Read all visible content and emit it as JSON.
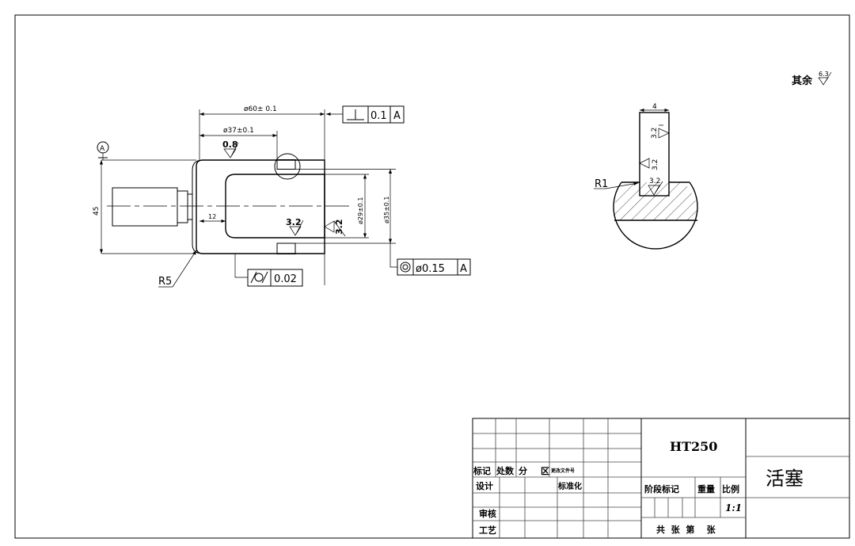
{
  "remark": {
    "label": "其余",
    "roughness": "6.3"
  },
  "front_view": {
    "dim_d60": "ø60± 0.1",
    "dim_d37": "ø37±0.1",
    "dim_d29": "ø29±0.1",
    "dim_d35": "ø35±0.1",
    "dim_45": "45",
    "dim_12": "12",
    "radius_r5": "R5",
    "datum_label": "A",
    "rough_08": "0.8",
    "rough_32_a": "3.2",
    "rough_32_b": "3.2",
    "perpendicularity": {
      "value": "0.1",
      "datum": "A"
    },
    "cylindricity": {
      "value": "0.02"
    },
    "concentricity": {
      "value": "ø0.15",
      "datum": "A"
    }
  },
  "section_view": {
    "dim_width": "4",
    "rough_a": "3.2",
    "rough_b": "3.2",
    "rough_c": "3.2",
    "radius_r1": "R1"
  },
  "title_block": {
    "material": "HT250",
    "part_name": "活塞",
    "rev_headers": [
      "标记",
      "处数",
      "分",
      "区",
      "更改文件号"
    ],
    "design": "设计",
    "standardize": "标准化",
    "review": "审核",
    "process": "工艺",
    "stage_mark": "阶段标记",
    "weight": "重量",
    "scale_label": "比例",
    "scale": "1:1",
    "sheets": "共  张  第    张"
  }
}
